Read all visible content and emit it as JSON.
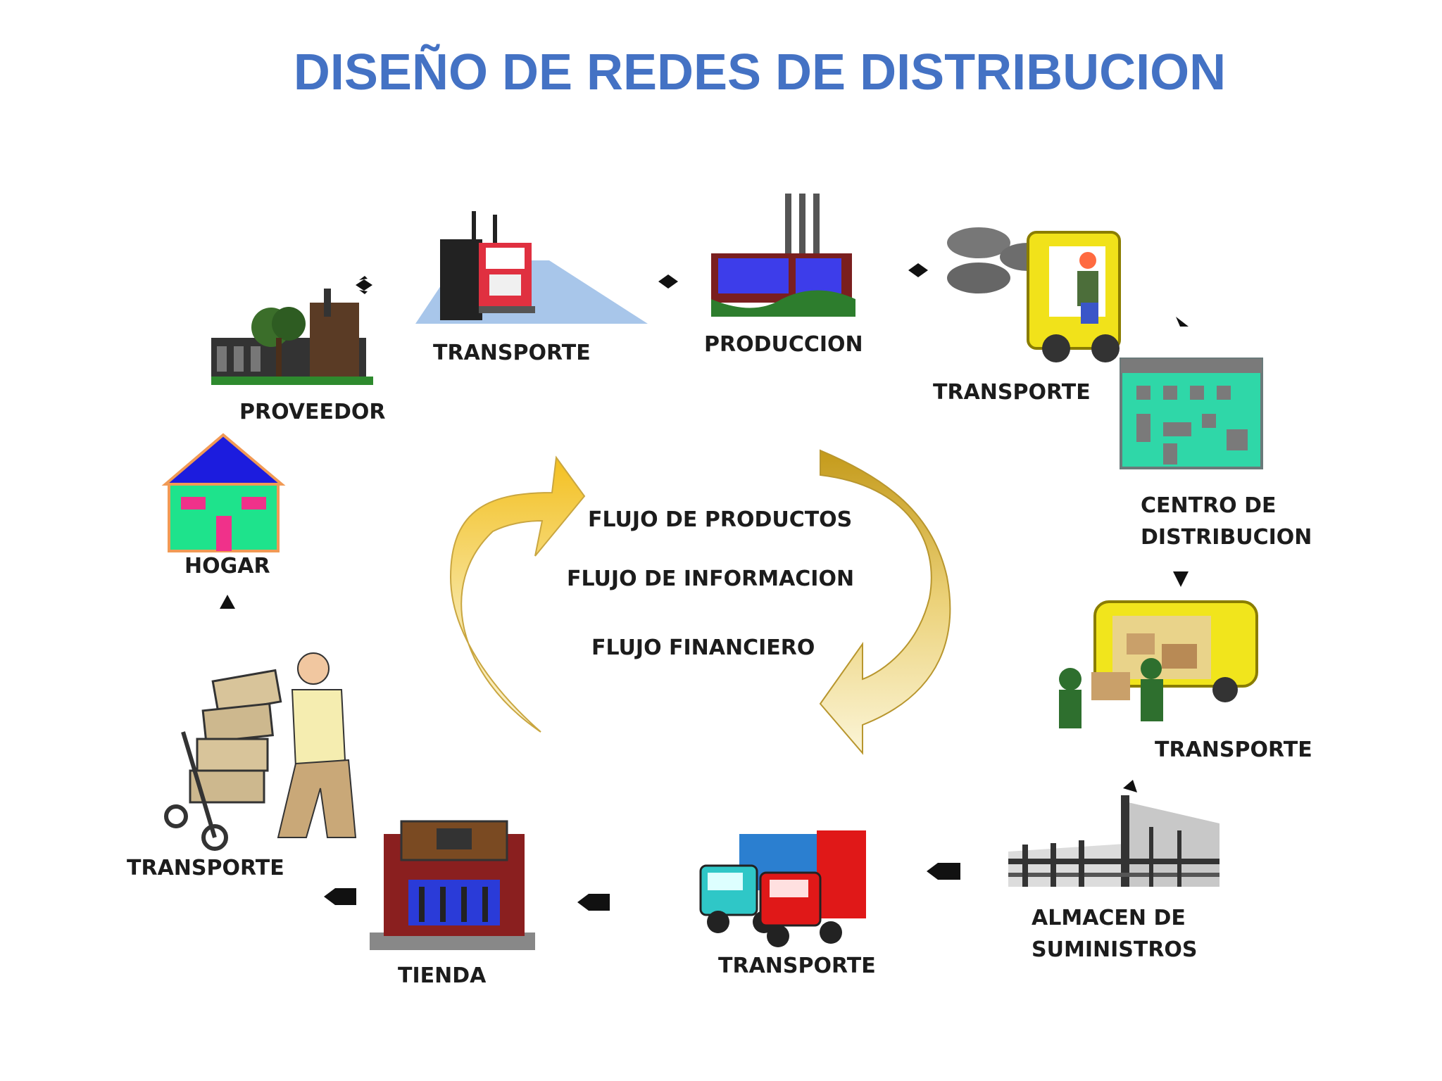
{
  "title": "DISEÑO DE REDES DE DISTRIBUCION",
  "nodes": {
    "proveedor": "PROVEEDOR",
    "transporte_1": "TRANSPORTE",
    "produccion": "PRODUCCION",
    "transporte_2": "TRANSPORTE",
    "centro_distribucion_line1": "CENTRO DE",
    "centro_distribucion_line2": "DISTRIBUCION",
    "transporte_3": "TRANSPORTE",
    "almacen_line1": "ALMACEN DE",
    "almacen_line2": "SUMINISTROS",
    "transporte_4": "TRANSPORTE",
    "tienda": "TIENDA",
    "transporte_5": "TRANSPORTE",
    "hogar": "HOGAR"
  },
  "center": {
    "flow_1": "FLUJO DE PRODUCTOS",
    "flow_2": "FLUJO DE INFORMACION",
    "flow_3": "FLUJO FINANCIERO"
  }
}
